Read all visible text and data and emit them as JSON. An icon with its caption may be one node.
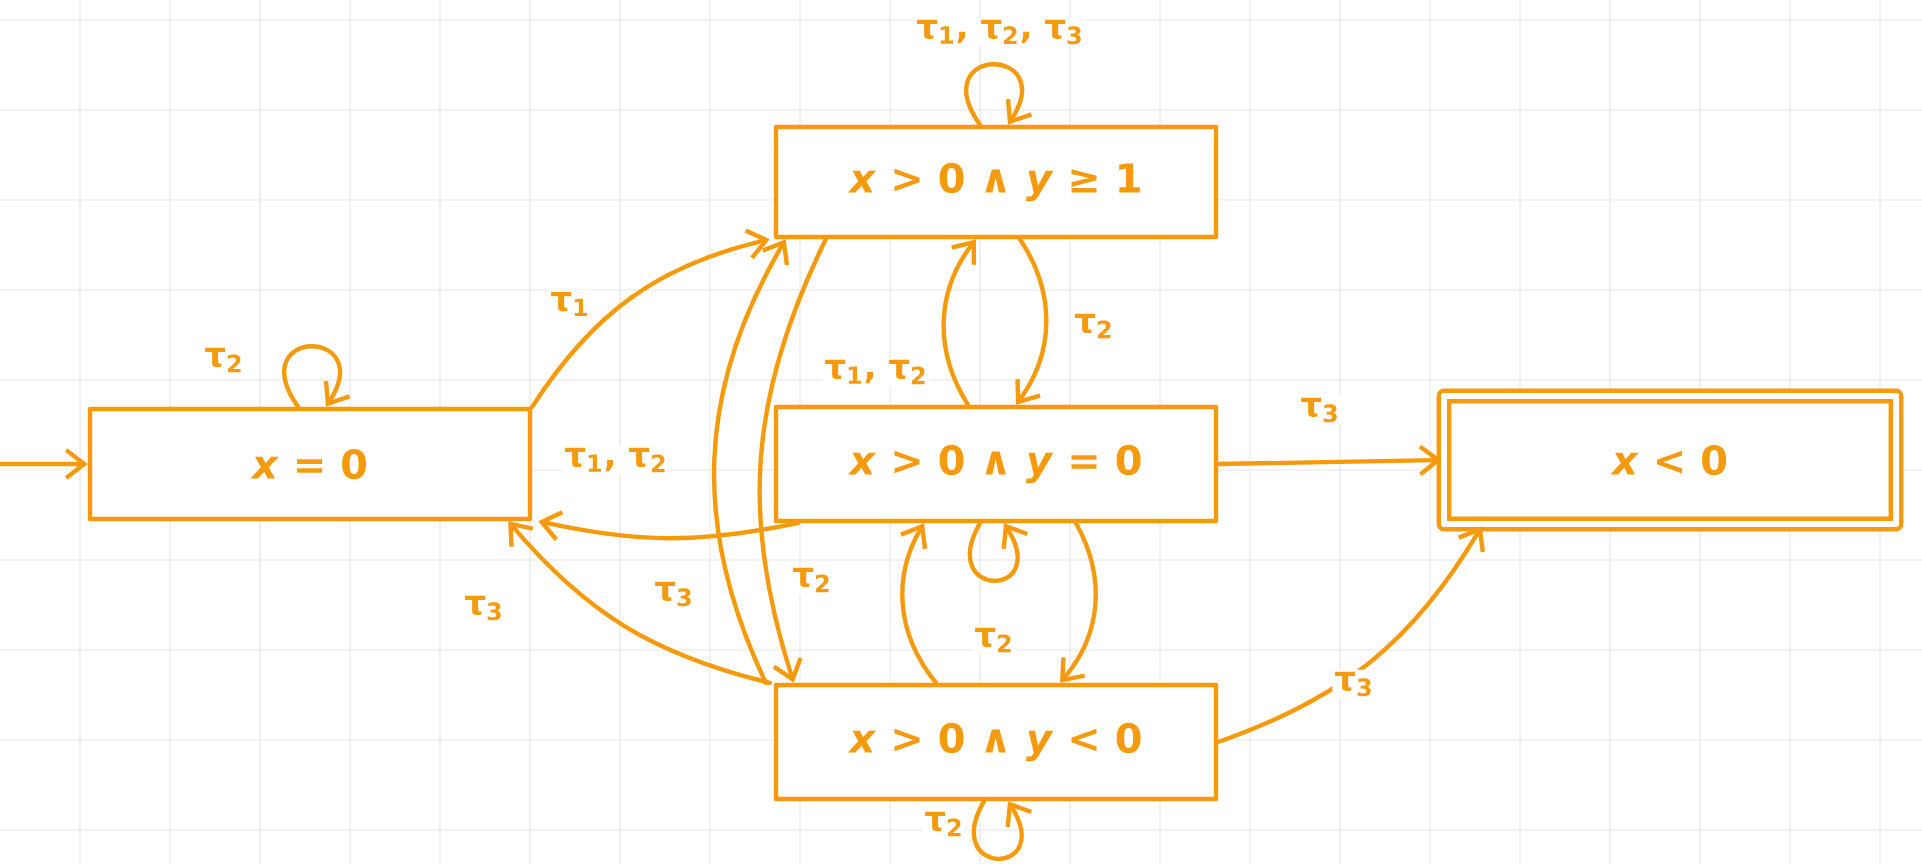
{
  "diagram": {
    "nodes": [
      {
        "text": [
          "*x* = 0"
        ]
      },
      {
        "text": [
          "*x* > 0 ∧ *y* ≥ 1"
        ]
      },
      {
        "text": [
          "*x* > 0 ∧ *y* = 0"
        ]
      },
      {
        "text": [
          "*x* > 0 ∧ *y* < 0"
        ]
      },
      {
        "text": [
          "*x* < 0"
        ]
      }
    ],
    "edges": [
      {
        "from": null,
        "to": 0,
        "arrow": "to"
      },
      {
        "from": 0,
        "to": 0,
        "arrow": "to",
        "label": "τ$_{2}$"
      },
      {
        "from": 0,
        "to": 1,
        "arrow": "to",
        "label": "τ$_{1}$"
      },
      {
        "from": 1,
        "to": 1,
        "arrow": "to",
        "label": "τ$_{1}$, τ$_{2}$, τ$_{3}$"
      },
      {
        "from": 1,
        "to": 2,
        "arrow": "to",
        "label": "τ$_{2}$"
      },
      {
        "from": 2,
        "to": 1,
        "arrow": "to",
        "label": "τ$_{1}$, τ$_{2}$"
      },
      {
        "from": 2,
        "to": 0,
        "arrow": "to",
        "label": "τ$_{1}$, τ$_{2}$"
      },
      {
        "from": 3,
        "to": 1,
        "arrow": "to",
        "label": "τ$_{3}$"
      },
      {
        "from": 1,
        "to": 3,
        "arrow": "to",
        "label": "τ$_{2}$"
      },
      {
        "from": 3,
        "to": 0,
        "arrow": "to",
        "label": "τ$_{3}$"
      },
      {
        "from": 2,
        "to": 2,
        "arrow": "to"
      },
      {
        "from": 2,
        "to": 3,
        "arrow": "to",
        "label": "τ$_{2}$"
      },
      {
        "from": 3,
        "to": 2,
        "arrow": "to"
      },
      {
        "from": 3,
        "to": 3,
        "arrow": "to",
        "label": "τ$_{2}$"
      },
      {
        "from": 2,
        "to": 4,
        "arrow": "to",
        "label": "τ$_{3}$"
      },
      {
        "from": 3,
        "to": 4,
        "arrow": "to",
        "label": "τ$_{3}$"
      }
    ]
  }
}
